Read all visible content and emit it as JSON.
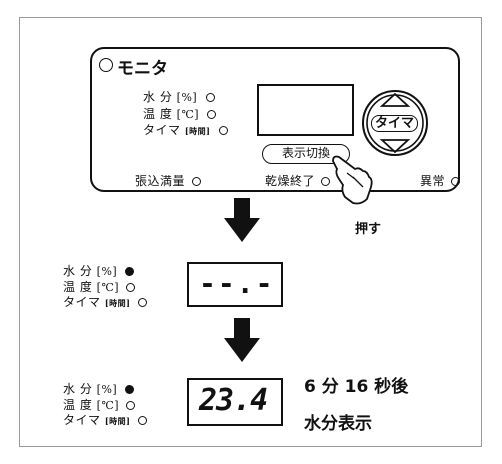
{
  "monitor": {
    "title": "モニタ",
    "rows": [
      {
        "name": "水 分",
        "unit": "[%]"
      },
      {
        "name": "温 度",
        "unit": "[℃]"
      },
      {
        "name": "タイマ",
        "unit": "[時間]"
      }
    ],
    "timer_button": "タイマ",
    "toggle_button": "表示切換",
    "bottom_labels": [
      "張込満量",
      "乾燥終了",
      "異常"
    ],
    "press_label": "押す"
  },
  "step1": {
    "display_value": "--.-",
    "active_row": "水 分"
  },
  "step2": {
    "display_value": "23.4",
    "active_row": "水 分",
    "note_line1": "6 分 16 秒後",
    "note_line2": "水分表示"
  }
}
